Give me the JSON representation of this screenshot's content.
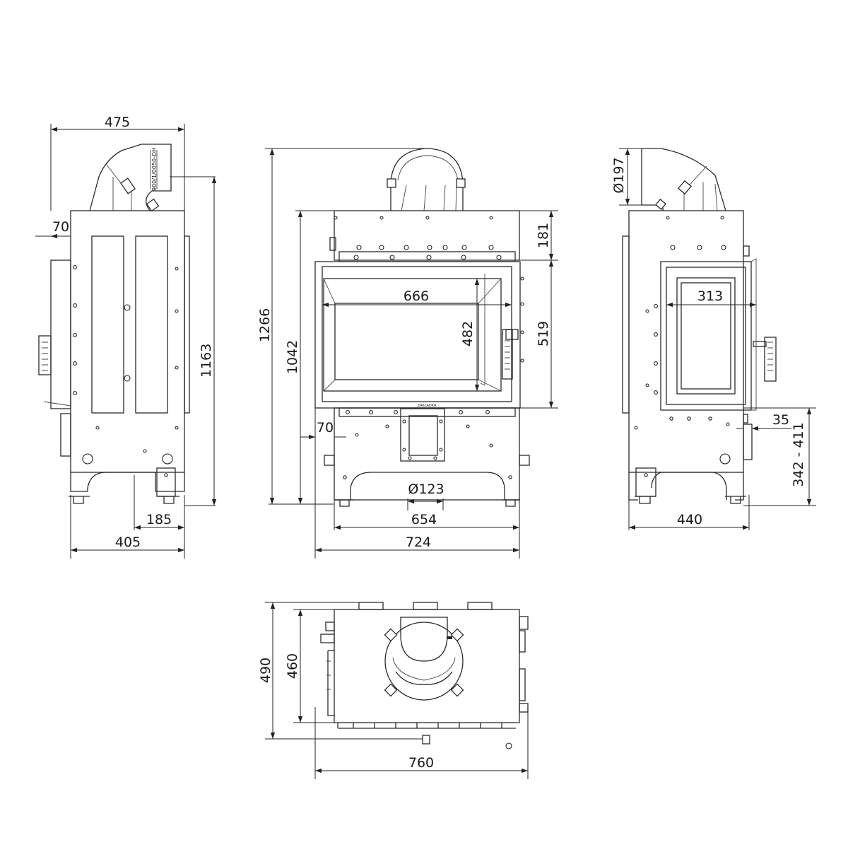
{
  "views": {
    "side_left": {
      "dims": {
        "width_top": "475",
        "offset_left": "70",
        "height": "1163",
        "foot": "185",
        "depth": "405"
      },
      "outlet_label": "900/1/0050-DH"
    },
    "front": {
      "dims": {
        "total_height": "1266",
        "body_height": "1042",
        "top_section": "181",
        "glass_width": "666",
        "glass_height": "482",
        "door_height": "519",
        "side_offset": "70",
        "outlet_diameter": "Ø123",
        "inner_width": "654",
        "outer_width": "724"
      },
      "plate_label": "ZAKŁADKA"
    },
    "side_right": {
      "dims": {
        "pipe_diameter": "Ø197",
        "glass_width": "313",
        "offset": "35",
        "height_range": "342 - 411",
        "width": "440"
      }
    },
    "top": {
      "dims": {
        "depth_outer": "490",
        "depth_inner": "460",
        "width": "760"
      }
    }
  }
}
